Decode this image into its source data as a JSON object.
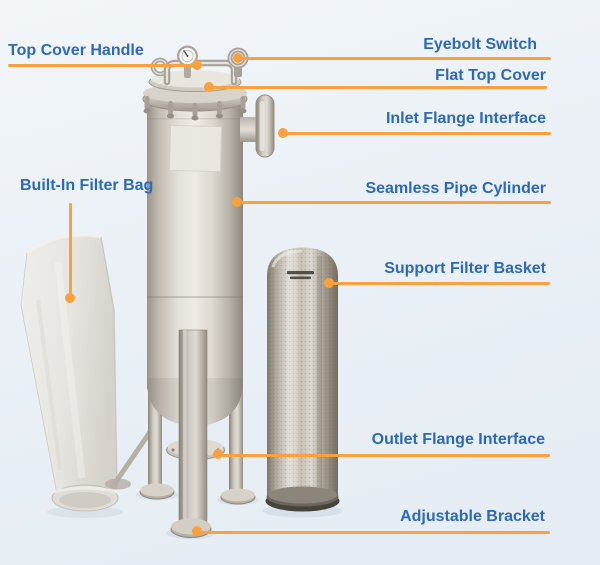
{
  "figure": {
    "description": "Labeled parts diagram of a stainless steel bag filter housing with built-in filter bag and support filter basket"
  },
  "colors": {
    "label_text": "#2d6ab2",
    "leader_line": "#f8a13e",
    "background": "#eaf0f6",
    "steel": "#d9d5cd",
    "basket_base": "#46433d"
  },
  "labels": [
    {
      "id": "top-cover-handle",
      "text": "Top Cover Handle",
      "side": "left"
    },
    {
      "id": "eyebolt-switch",
      "text": "Eyebolt Switch",
      "side": "right"
    },
    {
      "id": "flat-top-cover",
      "text": "Flat Top Cover",
      "side": "right"
    },
    {
      "id": "inlet-flange-interface",
      "text": "Inlet Flange Interface",
      "side": "right"
    },
    {
      "id": "built-in-filter-bag",
      "text": "Built-In Filter Bag",
      "side": "left"
    },
    {
      "id": "seamless-pipe-cylinder",
      "text": "Seamless Pipe Cylinder",
      "side": "right"
    },
    {
      "id": "support-filter-basket",
      "text": "Support Filter Basket",
      "side": "right"
    },
    {
      "id": "outlet-flange-interface",
      "text": "Outlet Flange Interface",
      "side": "right"
    },
    {
      "id": "adjustable-bracket",
      "text": "Adjustable Bracket",
      "side": "right"
    }
  ]
}
